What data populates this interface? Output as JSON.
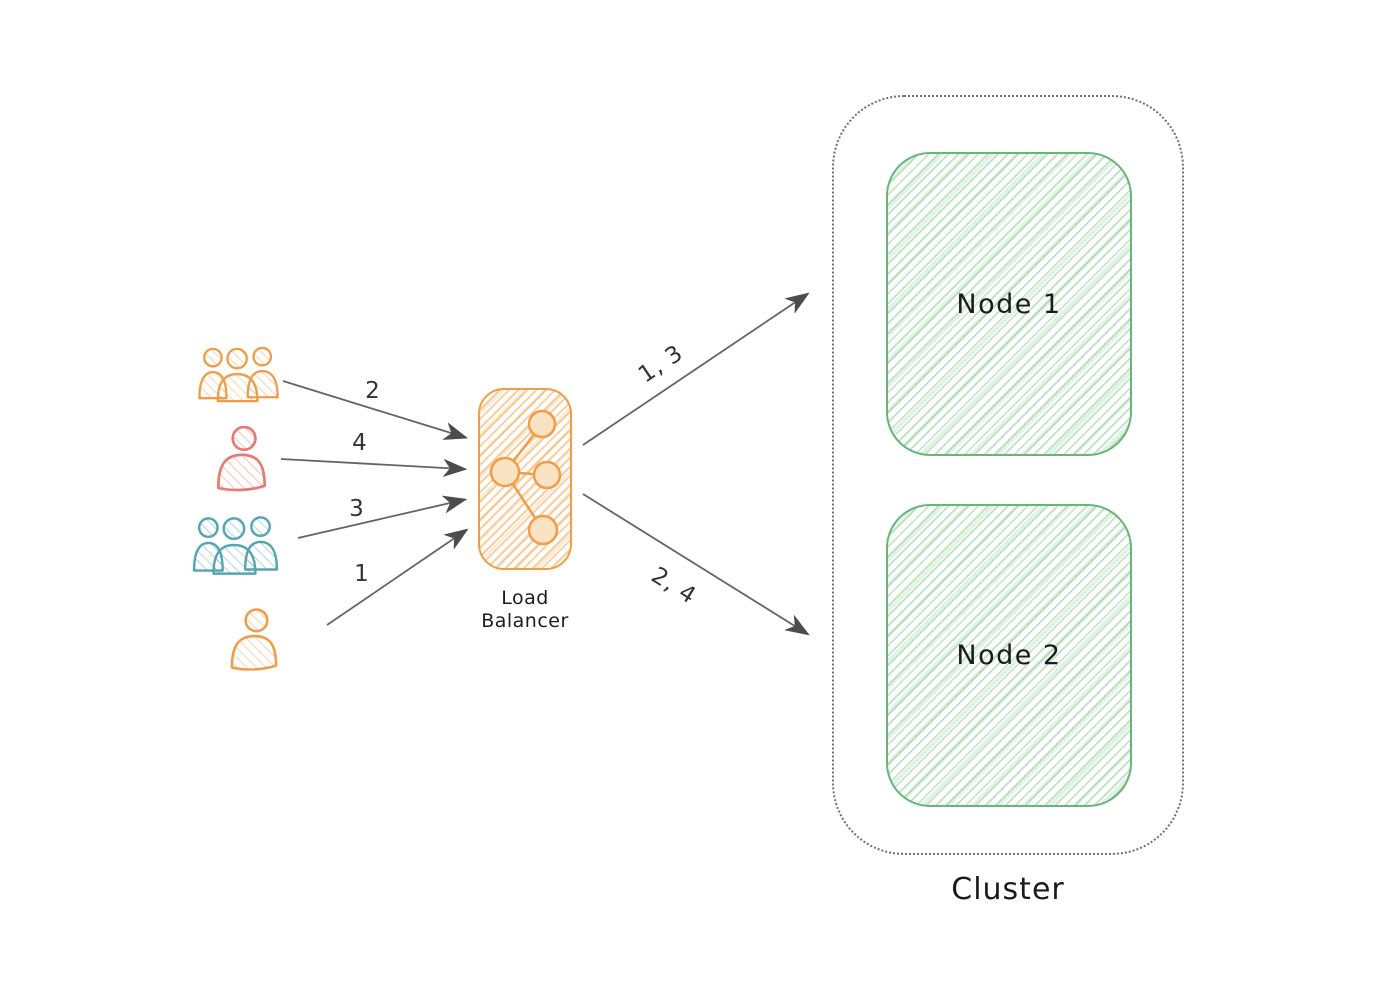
{
  "palette": {
    "orange": "#ef9d49",
    "red": "#e77a72",
    "teal": "#55a6b4",
    "green": "#67b676",
    "arrow_gray": "#646464",
    "cluster_border": "#6f6f6f",
    "text": "#1e1e1e"
  },
  "clients": [
    {
      "icon": "users-group-icon",
      "color": "orange",
      "request_label": "2"
    },
    {
      "icon": "user-icon",
      "color": "red",
      "request_label": "4"
    },
    {
      "icon": "users-group-icon",
      "color": "teal",
      "request_label": "3"
    },
    {
      "icon": "user-icon",
      "color": "orange",
      "request_label": "1"
    }
  ],
  "load_balancer": {
    "label": "Load Balancer"
  },
  "cluster": {
    "label": "Cluster",
    "nodes": [
      {
        "label": "Node 1"
      },
      {
        "label": "Node 2"
      }
    ]
  },
  "routes": [
    {
      "label": "1, 3",
      "to": "Node 1"
    },
    {
      "label": "2, 4",
      "to": "Node 2"
    }
  ]
}
